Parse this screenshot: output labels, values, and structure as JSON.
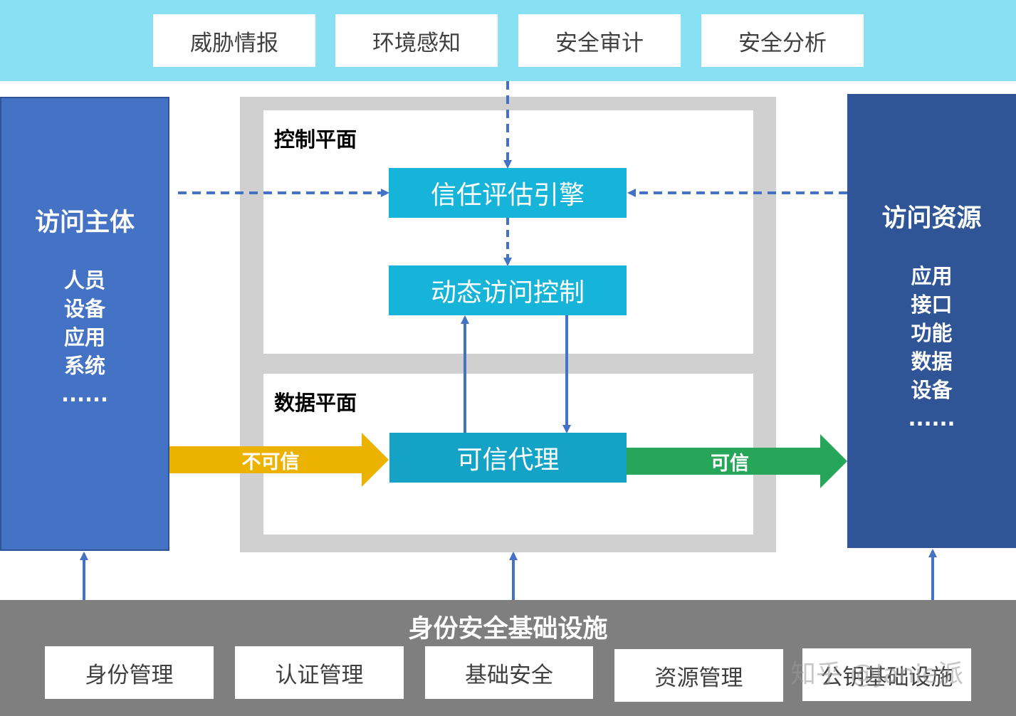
{
  "top_sources": [
    "威胁情报",
    "环境感知",
    "安全审计",
    "安全分析"
  ],
  "subject": {
    "title": "访问主体",
    "items": [
      "人员",
      "设备",
      "应用",
      "系统",
      "......"
    ]
  },
  "resource": {
    "title": "访问资源",
    "items": [
      "应用",
      "接口",
      "功能",
      "数据",
      "设备",
      "......"
    ]
  },
  "control_plane": {
    "label": "控制平面",
    "trust_engine": "信任评估引擎",
    "access_control": "动态访问控制"
  },
  "data_plane": {
    "label": "数据平面",
    "trusted_proxy": "可信代理"
  },
  "flows": {
    "untrusted_label": "不可信",
    "trusted_label": "可信"
  },
  "infrastructure": {
    "title": "身份安全基础设施",
    "items": [
      "身份管理",
      "认证管理",
      "基础安全",
      "资源管理",
      "公钥基础设施"
    ]
  },
  "watermark": "知乎 @Janie派",
  "colors": {
    "top_band": "#87e0f3",
    "subject_panel": "#4472c4",
    "resource_panel": "#2f5597",
    "engine_box": "#17b4d9",
    "untrusted_arrow": "#ecb200",
    "trusted_arrow": "#27a65a",
    "connector": "#4472c4",
    "infrastructure_band": "#7f7f7f"
  }
}
